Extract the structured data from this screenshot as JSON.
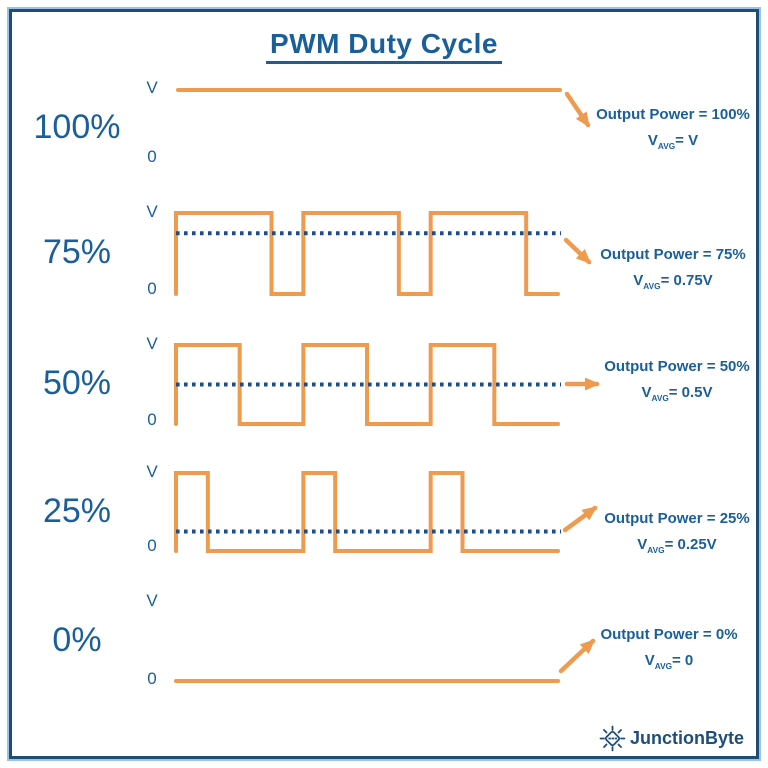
{
  "title": "PWM Duty Cycle",
  "colors": {
    "waveform_orange": "#EE9A4F",
    "label_blue": "#1B5F99",
    "avg_dotted_navy": "#1D4E89",
    "border_navy": "#204D76",
    "border_light_blue": "#9CC3E5",
    "logo_navy": "#1E4E79"
  },
  "rows": [
    {
      "duty": 1,
      "duty_label": "100%",
      "v_label": "V",
      "zero_label": "0",
      "output_power": "Output Power = 100%",
      "vavg_base": "V",
      "vavg_sub": "AVG",
      "vavg_rest": "= V"
    },
    {
      "duty": 0.75,
      "duty_label": "75%",
      "v_label": "V",
      "zero_label": "0",
      "output_power": "Output Power = 75%",
      "vavg_base": "V",
      "vavg_sub": "AVG",
      "vavg_rest": "= 0.75V"
    },
    {
      "duty": 0.5,
      "duty_label": "50%",
      "v_label": "V",
      "zero_label": "0",
      "output_power": "Output Power = 50%",
      "vavg_base": "V",
      "vavg_sub": "AVG",
      "vavg_rest": "= 0.5V"
    },
    {
      "duty": 0.25,
      "duty_label": "25%",
      "v_label": "V",
      "zero_label": "0",
      "output_power": "Output Power = 25%",
      "vavg_base": "V",
      "vavg_sub": "AVG",
      "vavg_rest": "= 0.25V"
    },
    {
      "duty": 0,
      "duty_label": "0%",
      "v_label": "V",
      "zero_label": "0",
      "output_power": "Output Power = 0%",
      "vavg_base": "V",
      "vavg_sub": "AVG",
      "vavg_rest": "= 0"
    }
  ],
  "logo": {
    "name": "JunctionByte"
  }
}
